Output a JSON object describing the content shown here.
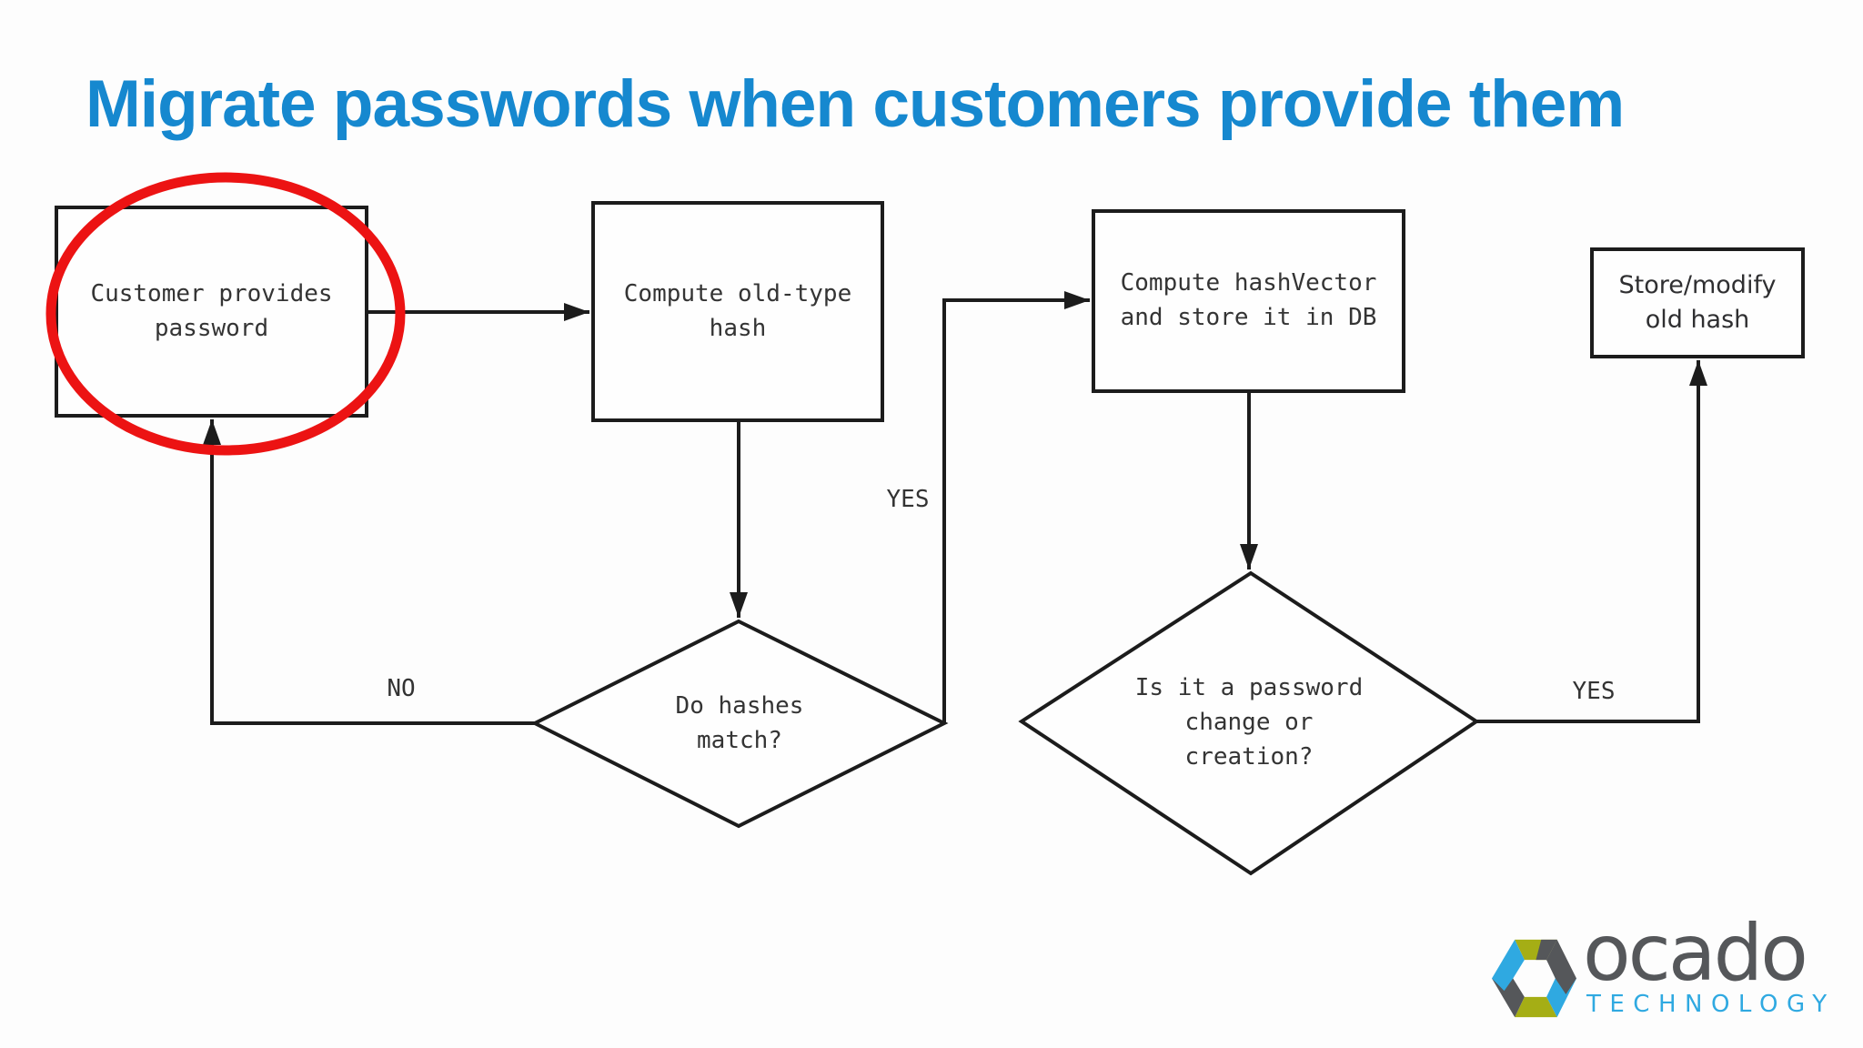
{
  "slide": {
    "title": "Migrate passwords when customers provide them",
    "title_color": "#1688cf",
    "background": "#fdfdfd"
  },
  "flowchart": {
    "stroke_color": "#1c1c1c",
    "text_color": "#343434",
    "highlight_color": "#ec1313",
    "nodes": [
      {
        "id": "customer-provides-password",
        "type": "process",
        "label": "Customer provides\npassword",
        "highlighted": true
      },
      {
        "id": "compute-old-type-hash",
        "type": "process",
        "label": "Compute old-type\nhash",
        "highlighted": false
      },
      {
        "id": "compute-hashvector-store-db",
        "type": "process",
        "label": "Compute hashVector\nand store it in DB",
        "highlighted": false
      },
      {
        "id": "store-modify-old-hash",
        "type": "process",
        "label": "Store/modify\nold hash",
        "highlighted": false
      },
      {
        "id": "do-hashes-match",
        "type": "decision",
        "label": "Do hashes\nmatch?",
        "highlighted": false
      },
      {
        "id": "is-password-change-or-creation",
        "type": "decision",
        "label": "Is it a password\nchange or\ncreation?",
        "highlighted": false
      }
    ],
    "edge_labels": [
      {
        "id": "hashes-match-yes",
        "text": "YES"
      },
      {
        "id": "hashes-match-no",
        "text": "NO"
      },
      {
        "id": "change-creation-yes",
        "text": "YES"
      }
    ]
  },
  "logo": {
    "brand": "ocado",
    "sub_brand": "TECHNOLOGY",
    "brand_color": "#55575a",
    "accent_blue": "#2fa9e1",
    "accent_olive": "#a5ae15"
  }
}
